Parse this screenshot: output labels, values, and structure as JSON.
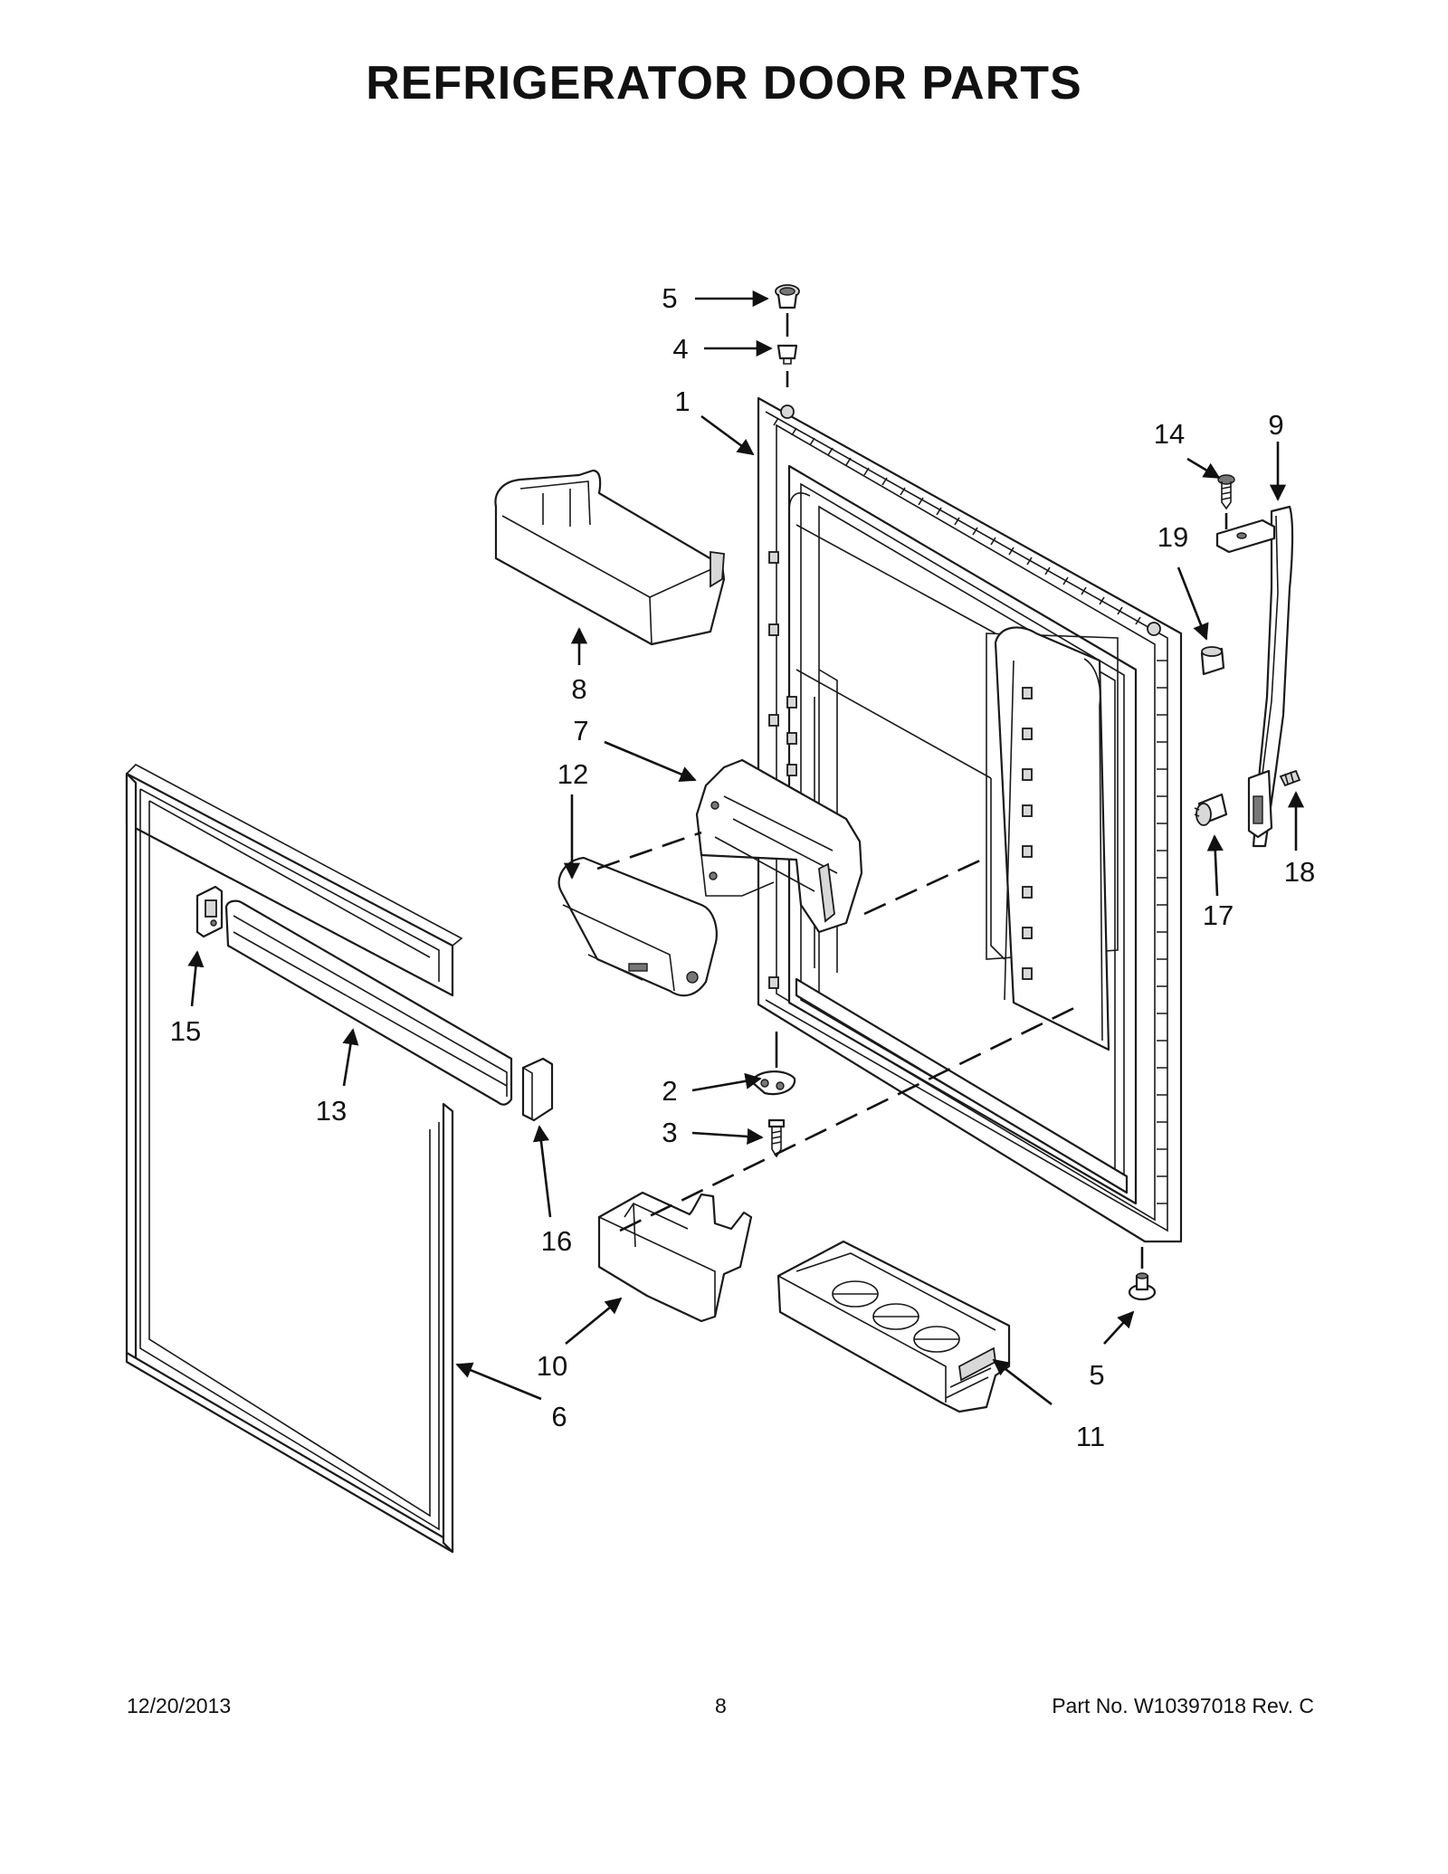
{
  "title": "REFRIGERATOR DOOR PARTS",
  "footer": {
    "date": "12/20/2013",
    "page": "8",
    "part_no": "Part No.  W10397018  Rev.  C"
  },
  "callouts": {
    "c1": "1",
    "c2": "2",
    "c3": "3",
    "c4": "4",
    "c5a": "5",
    "c5b": "5",
    "c6": "6",
    "c7": "7",
    "c8": "8",
    "c9": "9",
    "c10": "10",
    "c11": "11",
    "c12": "12",
    "c13": "13",
    "c14": "14",
    "c15": "15",
    "c16": "16",
    "c17": "17",
    "c18": "18",
    "c19": "19"
  }
}
